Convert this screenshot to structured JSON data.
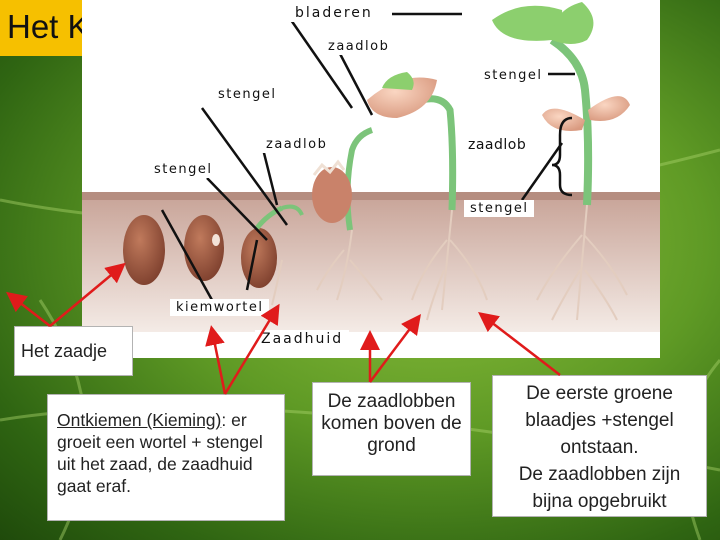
{
  "title": "Het Kiemen",
  "diagram_labels": {
    "bladeren": "bladeren",
    "zaadlob_top": "zaadlob",
    "stengel_top_right": "stengel",
    "stengel_left": "stengel",
    "zaadlob_middle": "zaadlob",
    "zaadlob_right": "zaadlob",
    "stengel_far_left": "stengel",
    "stengel_right": "stengel",
    "kiemwortel": "kiemwortel",
    "zaadhuid": "Zaadhuid"
  },
  "boxes": {
    "zaadje": "Het zaadje",
    "ontkiemen_heading": "Ontkiemen (Kieming)",
    "ontkiemen_colon": ":",
    "ontkiemen_body": "er groeit een wortel + stengel uit het zaad, de zaadhuid gaat eraf.",
    "zaadlobben": "De zaadlobben komen boven de grond",
    "groen_line1": "De eerste groene blaadjes +stengel ontstaan.",
    "groen_line2": "De zaadlobben zijn bijna opgebruikt"
  },
  "colors": {
    "title_bg": "#f6c000",
    "arrow": "#e01b1b",
    "leaf": "#8ccf6e",
    "stem": "#7cc47a",
    "seed": "#9b5a44",
    "cotyledon": "#e8b29a",
    "soil": "#c9a79a"
  }
}
